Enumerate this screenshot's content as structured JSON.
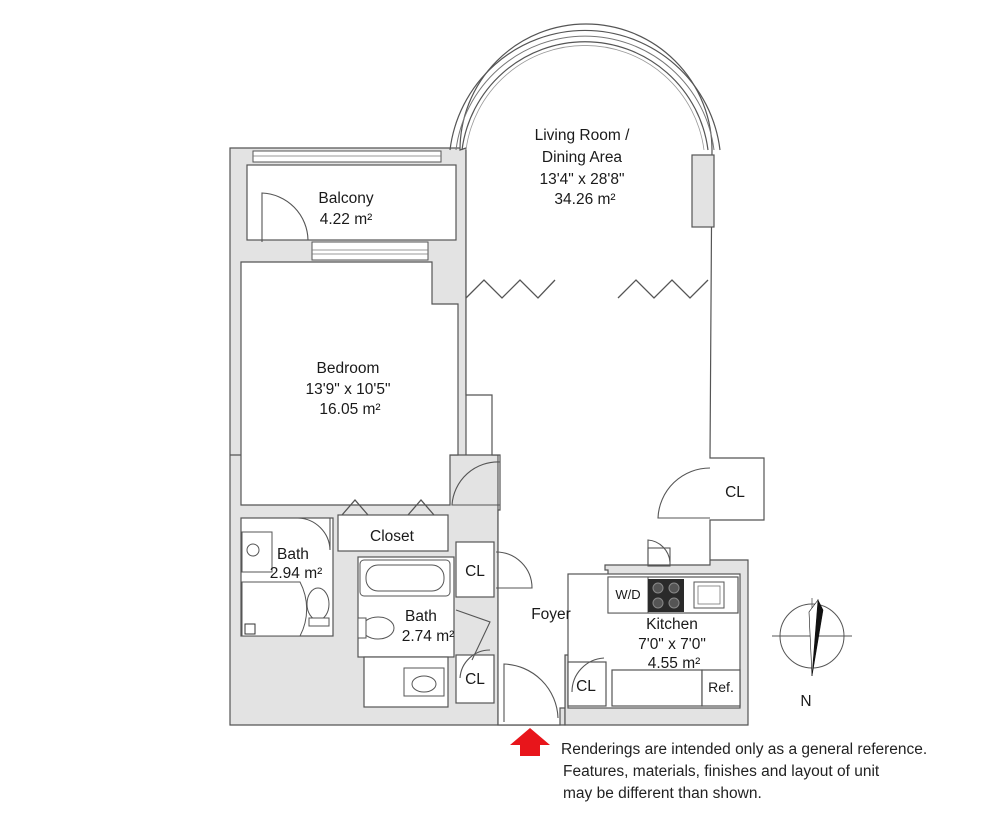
{
  "rooms": {
    "living": {
      "name_line1": "Living Room /",
      "name_line2": "Dining Area",
      "dims": "13'4\" x 28'8\"",
      "area": "34.26 m²"
    },
    "balcony": {
      "name": "Balcony",
      "area": "4.22 m²"
    },
    "bedroom": {
      "name": "Bedroom",
      "dims": "13'9\" x 10'5\"",
      "area": "16.05 m²"
    },
    "closet": {
      "name": "Closet"
    },
    "bath_master": {
      "name": "Bath",
      "area": "2.94 m²"
    },
    "bath_second": {
      "name": "Bath",
      "area": "2.74 m²"
    },
    "foyer": {
      "name": "Foyer"
    },
    "kitchen": {
      "name": "Kitchen",
      "dims": "7'0\" x 7'0\"",
      "area": "4.55 m²"
    }
  },
  "closets": {
    "cl_living": "CL",
    "cl_bath": "CL",
    "cl_lower": "CL",
    "cl_foyer": "CL"
  },
  "appliances": {
    "washer_dryer": "W/D",
    "refrigerator": "Ref."
  },
  "compass": {
    "north_label": "N"
  },
  "entrance": {
    "arrow_color": "#e8151b"
  },
  "disclaimer": {
    "line1": "Renderings are intended only as a general reference.",
    "line2": "Features, materials, finishes and layout of unit",
    "line3": "may be different than shown."
  },
  "colors": {
    "wall_fill": "#e3e3e3",
    "wall_stroke": "#555555",
    "floor": "#ffffff"
  }
}
